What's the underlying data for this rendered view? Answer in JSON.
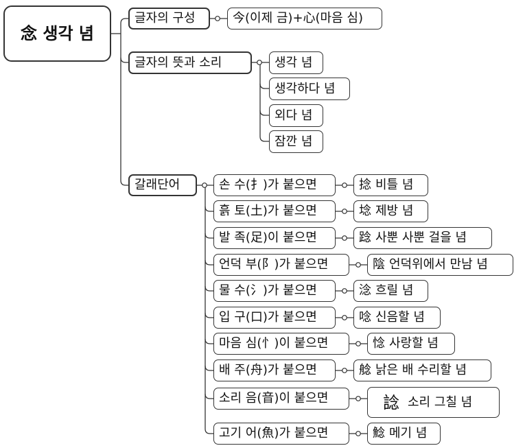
{
  "root": {
    "label": "念 생각 념"
  },
  "branches": {
    "composition": {
      "label": "글자의 구성",
      "value": "今(이제 금)+心(마음 심)"
    },
    "meaning": {
      "label": "글자의 뜻과 소리",
      "items": [
        "생각 념",
        "생각하다 념",
        "외다 념",
        "잠깐 념"
      ]
    },
    "derived": {
      "label": "갈래단어",
      "items": [
        {
          "condition": "손 수(扌)가 붙으면",
          "glyph": "捻",
          "text": "비틀 념"
        },
        {
          "condition": "흙 토(土)가 붙으면",
          "glyph": "埝",
          "text": "제방 념"
        },
        {
          "condition": "발 족(足)이 붙으면",
          "glyph": "踗",
          "text": "사뿐 사뿐 걸을 념"
        },
        {
          "condition": "언덕 부(阝)가 붙으면",
          "glyph": "陰",
          "text": "언덕위에서 만남 념"
        },
        {
          "condition": "물 수(氵)가 붙으면",
          "glyph": "淰",
          "text": "흐릴 념"
        },
        {
          "condition": "입 구(口)가 붙으면",
          "glyph": "唸",
          "text": "신음할 념"
        },
        {
          "condition": "마음 심(忄)이 붙으면",
          "glyph": "惗",
          "text": "사랑할 념"
        },
        {
          "condition": "배 주(舟)가 붙으면",
          "glyph": "艌",
          "text": "낡은 배 수리할 념"
        },
        {
          "condition": "소리 음(音)이 붙으면",
          "glyph": "諗",
          "text": "소리 그칠 념"
        },
        {
          "condition": "고기 어(魚)가 붙으면",
          "glyph": "鯰",
          "text": "메기 념"
        }
      ]
    }
  }
}
